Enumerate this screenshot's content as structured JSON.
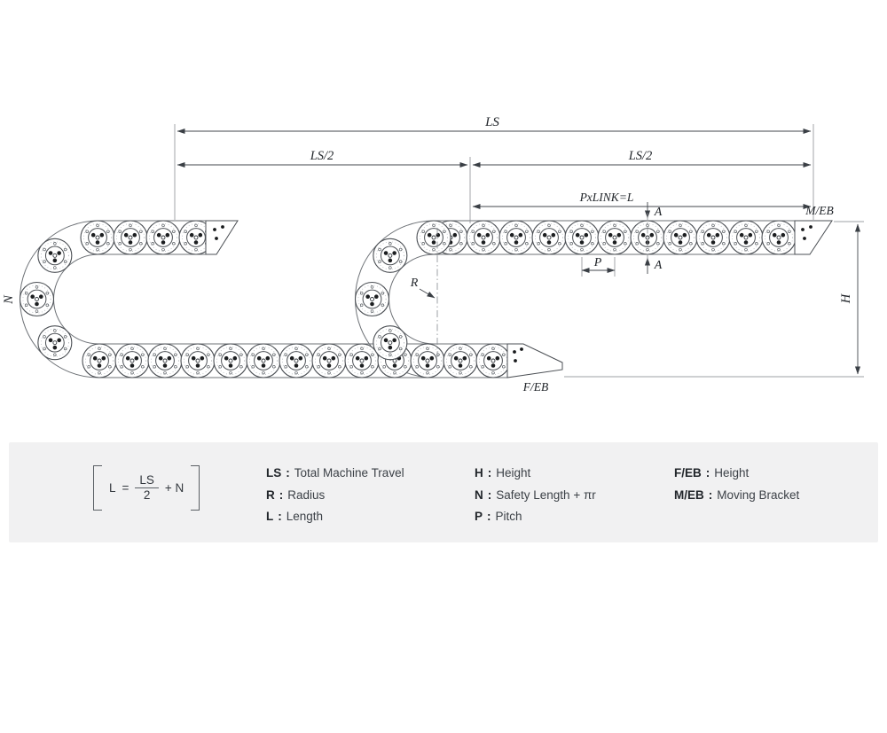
{
  "diagram": {
    "ls": "LS",
    "ls2_left": "LS/2",
    "ls2_right": "LS/2",
    "pxlink": "PxLINK=L",
    "a_top": "A",
    "a_bottom": "A",
    "p": "P",
    "h": "H",
    "n": "N",
    "r": "R",
    "meb": "M/EB",
    "feb": "F/EB"
  },
  "legend": {
    "separator": ":",
    "formula": {
      "lhs": "L",
      "eq": "=",
      "num": "LS",
      "den": "2",
      "plus": "+ N"
    },
    "items": [
      {
        "term": "LS",
        "desc": "Total Machine Travel"
      },
      {
        "term": "R",
        "desc": "Radius"
      },
      {
        "term": "L",
        "desc": "Length"
      },
      {
        "term": "H",
        "desc": "Height"
      },
      {
        "term": "N",
        "desc": "Safety Length + πr"
      },
      {
        "term": "P",
        "desc": "Pitch"
      },
      {
        "term": "F/EB",
        "desc": "Height"
      },
      {
        "term": "M/EB",
        "desc": "Moving Bracket"
      }
    ]
  }
}
